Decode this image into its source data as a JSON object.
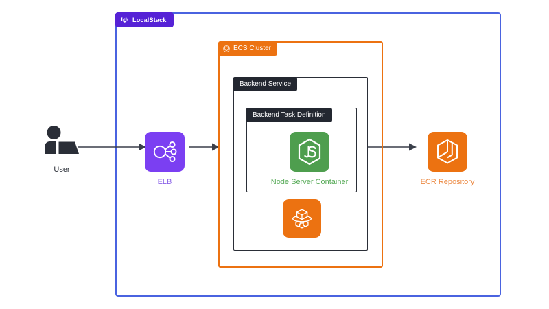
{
  "diagram": {
    "title": "LocalStack ECS architecture diagram",
    "background_color": "#ffffff"
  },
  "boundaries": {
    "localstack": {
      "label": "LocalStack",
      "icon": "localstack-logo-icon",
      "badge_color": "#5622d6",
      "border_color": "#4a63e0"
    },
    "ecs_cluster": {
      "label": "ECS Cluster",
      "icon": "ecs-cluster-icon",
      "badge_color": "#ec7211",
      "border_color": "#ec7211"
    },
    "backend_service": {
      "label": "Backend Service",
      "badge_color": "#232730",
      "border_color": "#2a2e37"
    },
    "task_definition": {
      "label": "Backend Task Definition",
      "badge_color": "#232730",
      "border_color": "#2a2e37"
    }
  },
  "nodes": [
    {
      "id": "user",
      "label": "User",
      "icon": "user-at-laptop-icon",
      "label_color": "#2a2e37",
      "tile_color": "none"
    },
    {
      "id": "elb",
      "label": "ELB",
      "icon": "elastic-load-balancer-icon",
      "label_color": "#8b63e8",
      "tile_color": "#7b3ff2"
    },
    {
      "id": "node-server",
      "label": "Node Server Container",
      "icon": "nodejs-icon",
      "label_color": "#58ab59",
      "tile_color": "#4e9e4e"
    },
    {
      "id": "ecs-task",
      "label": "",
      "icon": "ecs-task-icon",
      "label_color": "",
      "tile_color": "#ec7211"
    },
    {
      "id": "ecr",
      "label": "ECR Repository",
      "icon": "ecr-repository-icon",
      "label_color": "#ec8a44",
      "tile_color": "#ec7211"
    }
  ],
  "connections": [
    {
      "id": "user-to-elb",
      "from": "user",
      "to": "elb",
      "color": "#3a3f4a"
    },
    {
      "id": "elb-to-cluster",
      "from": "elb",
      "to": "ecs_cluster",
      "color": "#3a3f4a"
    },
    {
      "id": "service-to-ecr",
      "from": "backend_service",
      "to": "ecr",
      "color": "#3a3f4a"
    }
  ]
}
